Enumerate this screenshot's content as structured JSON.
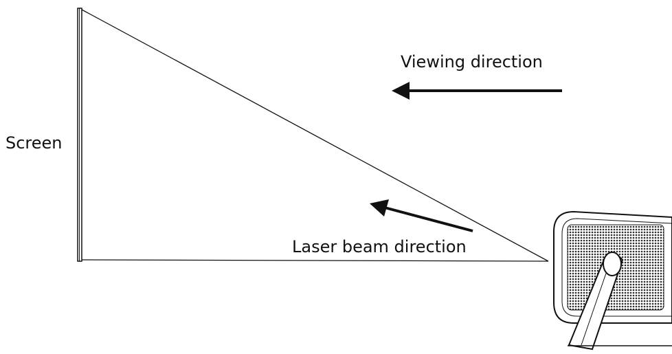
{
  "labels": {
    "screen": "Screen",
    "viewing_direction": "Viewing direction",
    "laser_beam_direction": "Laser beam direction"
  },
  "colors": {
    "line": "#111111",
    "background": "#ffffff",
    "speaker_grille": "#2a2a2a"
  }
}
